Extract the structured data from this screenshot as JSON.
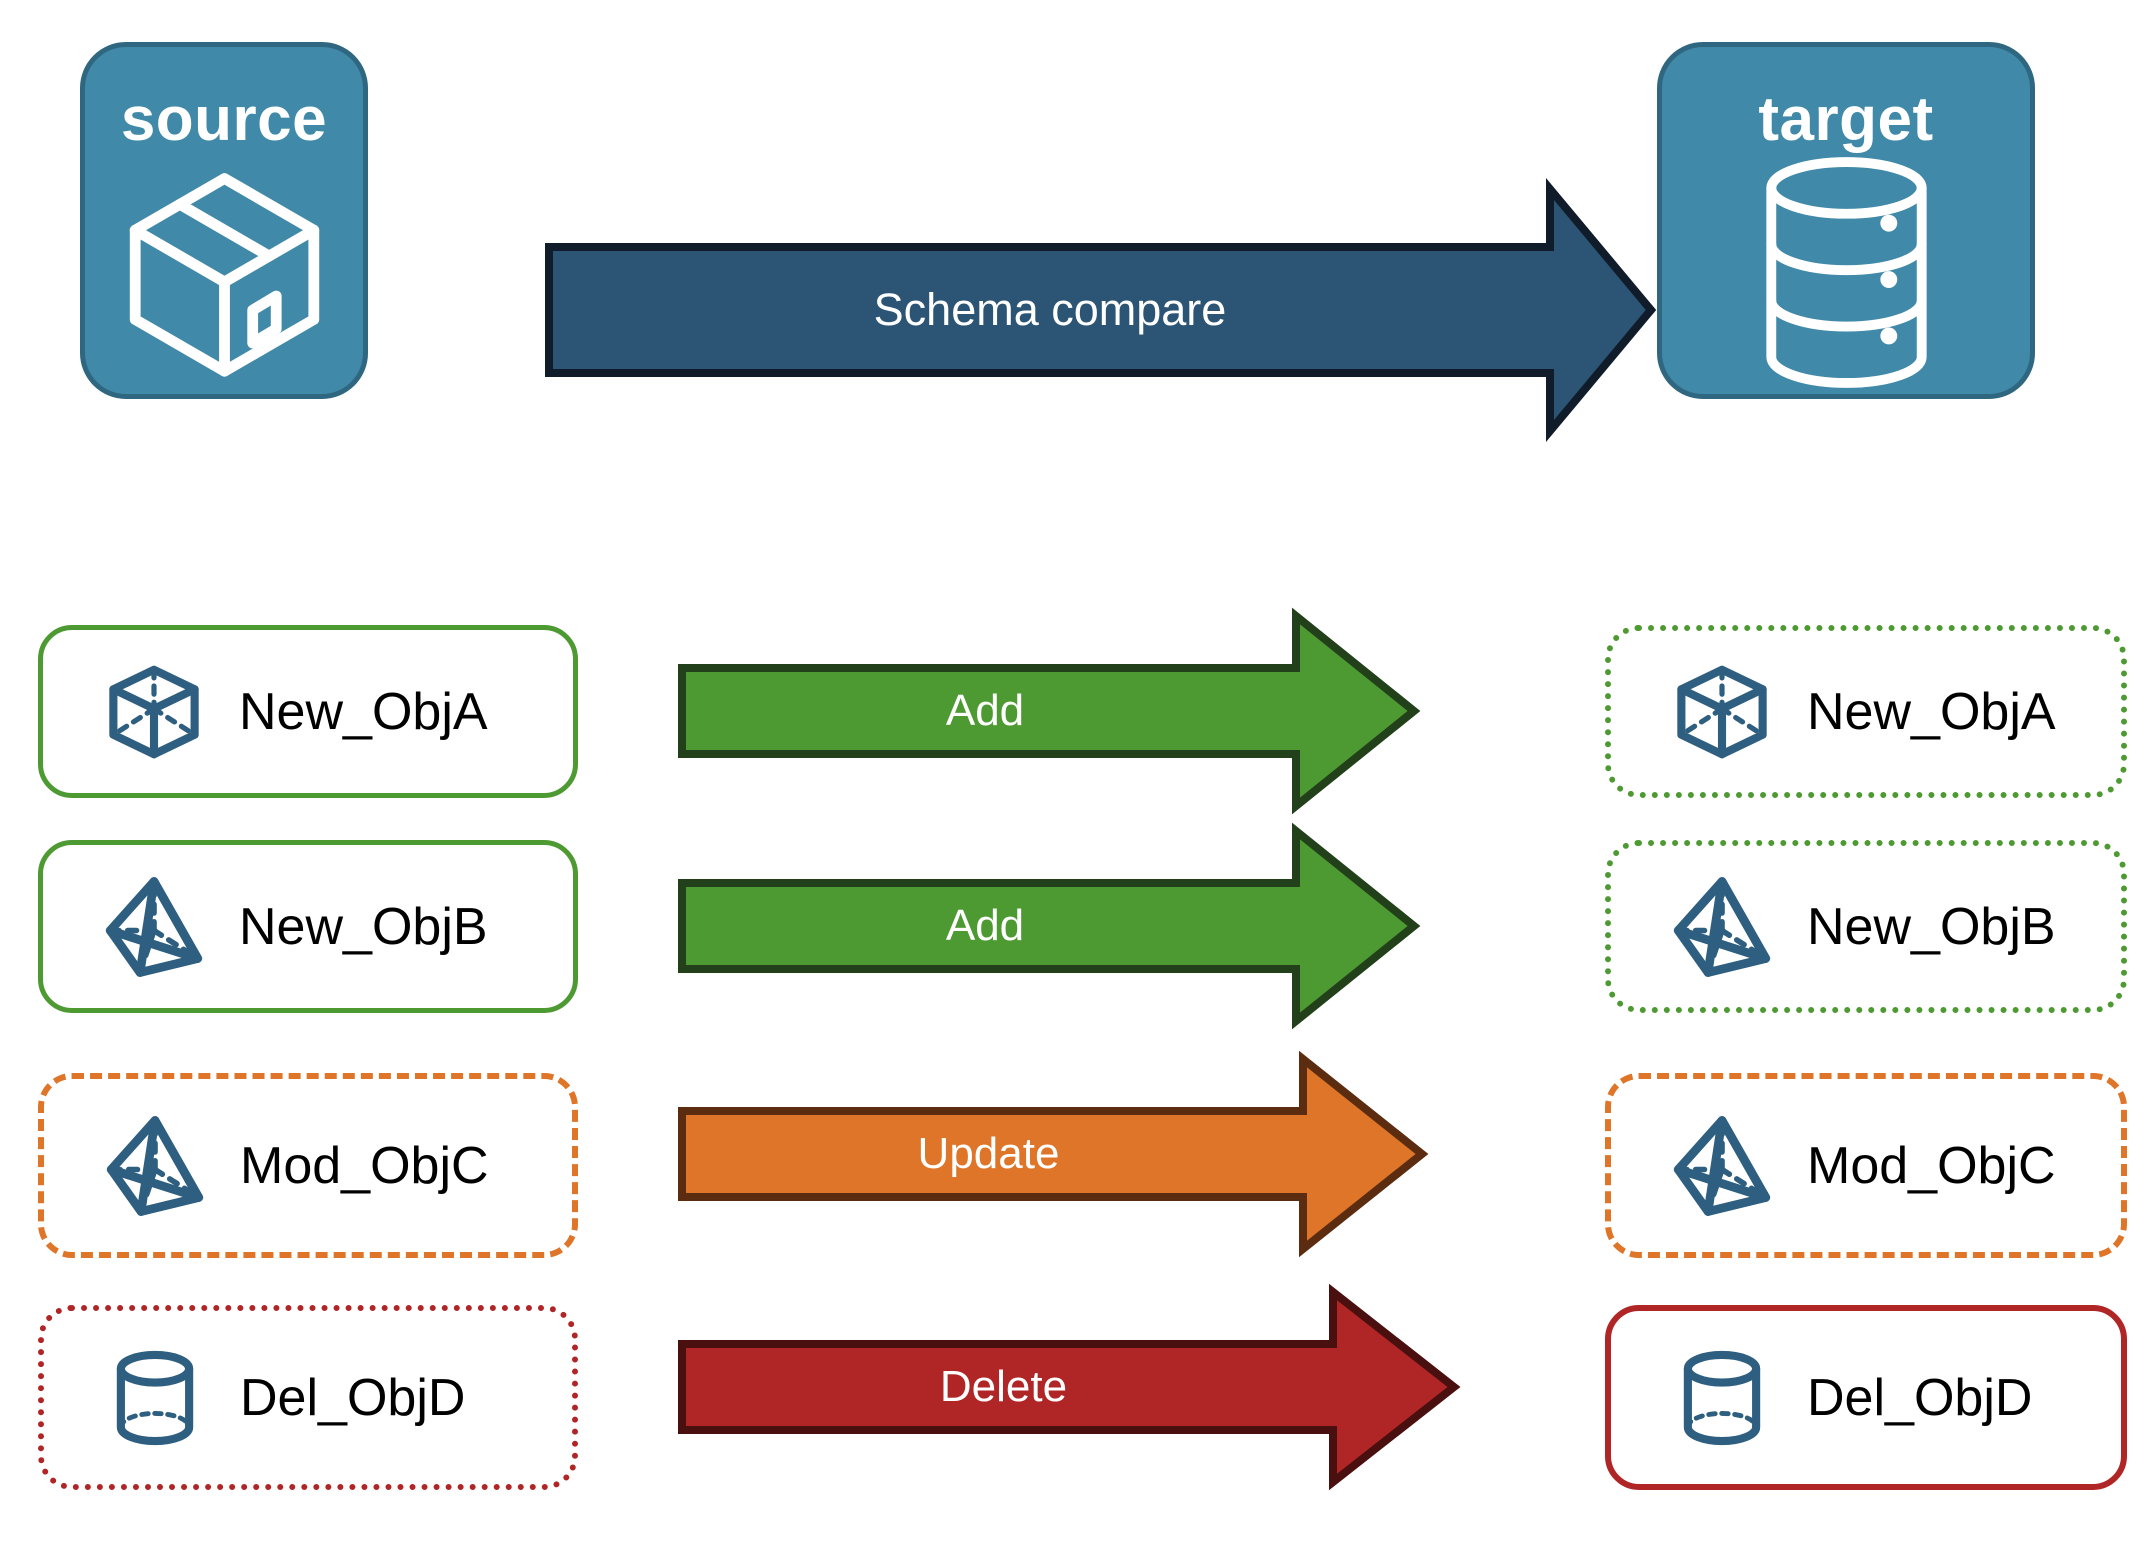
{
  "diagram": {
    "title": "Schema compare",
    "background": "#ffffff"
  },
  "colors": {
    "endpoint_fill": "#4089a8",
    "endpoint_stroke": "#2f6780",
    "schema_arrow_fill": "#2c5575",
    "schema_arrow_stroke": "#111c2b",
    "add_fill": "#4e9a32",
    "add_stroke": "#22401a",
    "update_fill": "#df7528",
    "update_stroke": "#5b2c10",
    "delete_fill": "#b02525",
    "delete_stroke": "#4a0f0f",
    "object_icon": "#2e5f80",
    "label_text": "#000000",
    "arrow_text": "#ffffff"
  },
  "endpoints": {
    "source": {
      "title": "source",
      "icon": "package-box-icon"
    },
    "target": {
      "title": "target",
      "icon": "database-cylinder-icon"
    }
  },
  "compare_arrow": {
    "label": "Schema compare",
    "direction": "right"
  },
  "rows": [
    {
      "action": "Add",
      "action_color": "#4e9a32",
      "source": {
        "label": "New_ObjA",
        "icon": "wireframe-cube-icon",
        "border_style": "solid",
        "border_color": "#4e9a32"
      },
      "target": {
        "label": "New_ObjA",
        "icon": "wireframe-cube-icon",
        "border_style": "dotted",
        "border_color": "#4e9a32"
      }
    },
    {
      "action": "Add",
      "action_color": "#4e9a32",
      "source": {
        "label": "New_ObjB",
        "icon": "wireframe-pyramid-icon",
        "border_style": "solid",
        "border_color": "#4e9a32"
      },
      "target": {
        "label": "New_ObjB",
        "icon": "wireframe-pyramid-icon",
        "border_style": "dotted",
        "border_color": "#4e9a32"
      }
    },
    {
      "action": "Update",
      "action_color": "#df7528",
      "source": {
        "label": "Mod_ObjC",
        "icon": "wireframe-pyramid-icon",
        "border_style": "dashed",
        "border_color": "#df7528"
      },
      "target": {
        "label": "Mod_ObjC",
        "icon": "wireframe-pyramid-icon",
        "border_style": "dashed",
        "border_color": "#df7528"
      }
    },
    {
      "action": "Delete",
      "action_color": "#b02525",
      "source": {
        "label": "Del_ObjD",
        "icon": "wireframe-cylinder-icon",
        "border_style": "dotted",
        "border_color": "#b02525"
      },
      "target": {
        "label": "Del_ObjD",
        "icon": "wireframe-cylinder-icon",
        "border_style": "solid",
        "border_color": "#b02525"
      }
    }
  ]
}
